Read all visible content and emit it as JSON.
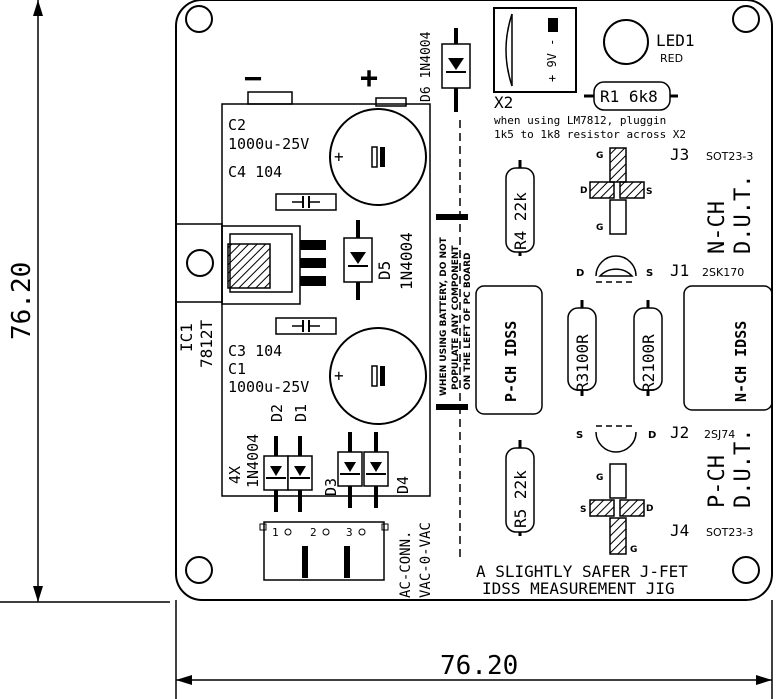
{
  "dimensions": {
    "horizontal": "76.20",
    "vertical": "76.20"
  },
  "polarity": {
    "minus": "−",
    "plus": "+"
  },
  "components": {
    "c2_ref": "C2",
    "c2_val": "1000u-25V",
    "c4": "C4 104",
    "c3": "C3 104",
    "c1_ref": "C1",
    "c1_val": "1000u-25V",
    "ic1_ref": "IC1",
    "ic1_val": "7812T",
    "d5_ref": "D5",
    "d5_val": "1N4004",
    "d6": "D6 1N4004",
    "d2": "D2",
    "d1": "D1",
    "d3": "D3",
    "d4": "D4",
    "diodes_note_1": "4X",
    "diodes_note_2": "1N4004",
    "x2_ref": "X2",
    "x2_text": "+ 9V -",
    "led_ref": "LED1",
    "led_val": "RED",
    "r1": "R1 6k8",
    "r4": "R4 22k",
    "r5": "R5 22k",
    "r3": "R3100R",
    "r2": "R2100R",
    "j3": "J3",
    "j3_pkg": "SOT23-3",
    "j4": "J4",
    "j4_pkg": "SOT23-3",
    "j1": "J1",
    "j1_part": "2SK170",
    "j2": "J2",
    "j2_part": "2SJ74",
    "g": "G",
    "d": "D",
    "s": "S",
    "pin1": "1",
    "pin2": "2",
    "pin3": "3"
  },
  "notes": {
    "lm7812_1": "when using LM7812, pluggin",
    "lm7812_2": "1k5 to 1k8 resistor across X2",
    "battery_1": "WHEN USING BATTERY, DO NOT",
    "battery_2": "POPULATE ANY COMPONENT",
    "battery_3": "ON THE LEFT OF PC BOARD",
    "ac_conn_1": "AC-CONN.",
    "ac_conn_2": "VAC-0-VAC"
  },
  "labels": {
    "nch_dut_1": "N-CH",
    "nch_dut_2": "D.U.T.",
    "pch_dut_1": "P-CH",
    "pch_dut_2": "D.U.T.",
    "pch_idss": "P-CH IDSS",
    "nch_idss": "N-CH IDSS",
    "title_1": "A SLIGHTLY SAFER J-FET",
    "title_2": "IDSS MEASUREMENT JIG"
  }
}
